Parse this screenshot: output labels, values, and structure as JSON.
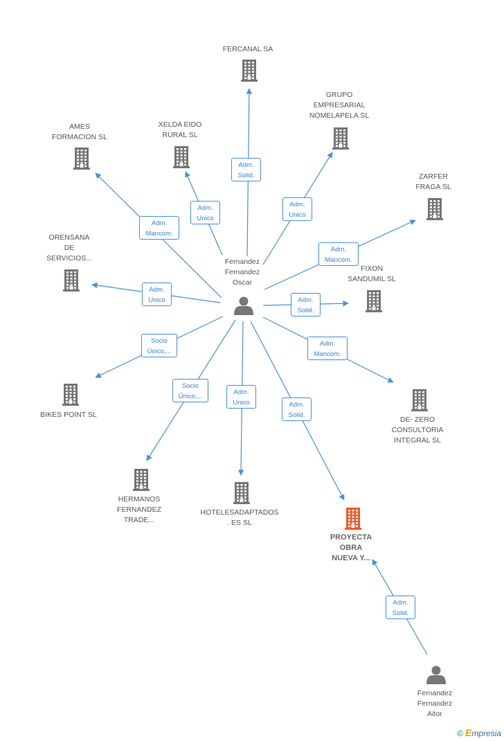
{
  "colors": {
    "edge": "#4a90d9",
    "company_icon": "#777777",
    "highlight_icon": "#f05a28",
    "person_icon": "#777777",
    "label_text": "#555555",
    "edge_label_text": "#3a7fd0"
  },
  "nodes": [
    {
      "id": "fercanal",
      "type": "company",
      "lines": [
        "FERCANAL SA"
      ]
    },
    {
      "id": "grupo",
      "type": "company",
      "lines": [
        "GRUPO",
        "EMPRESARIAL",
        "NOMELAPELA SL"
      ]
    },
    {
      "id": "xelda",
      "type": "company",
      "lines": [
        "XELDA EIDO",
        "RURAL SL"
      ]
    },
    {
      "id": "ames",
      "type": "company",
      "lines": [
        "AMES",
        "FORMACION SL"
      ]
    },
    {
      "id": "zarfer",
      "type": "company",
      "lines": [
        "ZARFER",
        "FRAGA SL"
      ]
    },
    {
      "id": "orensana",
      "type": "company",
      "lines": [
        "ORENSANA",
        "DE",
        "SERVICIOS..."
      ]
    },
    {
      "id": "fixon",
      "type": "company",
      "lines": [
        "FIXON",
        "SANDUMIL SL"
      ]
    },
    {
      "id": "bikes",
      "type": "company",
      "lines": [
        "BIKES POINT  SL"
      ]
    },
    {
      "id": "dezero",
      "type": "company",
      "lines": [
        "DE- ZERO",
        "CONSULTORIA",
        "INTEGRAL SL"
      ]
    },
    {
      "id": "hermanos",
      "type": "company",
      "lines": [
        "HERMANOS",
        "FERNANDEZ",
        "TRADE..."
      ]
    },
    {
      "id": "hoteles",
      "type": "company",
      "lines": [
        "HOTELESADAPTADOS",
        ". ES  SL"
      ]
    },
    {
      "id": "proyecta",
      "type": "company",
      "highlight": true,
      "lines": [
        "PROYECTA",
        "OBRA",
        "NUEVA Y..."
      ]
    },
    {
      "id": "oscar",
      "type": "person",
      "lines": [
        "Fernandez",
        "Fernandez",
        "Oscar"
      ]
    },
    {
      "id": "aitor",
      "type": "person",
      "lines": [
        "Fernandez",
        "Fernandez",
        "Aitor"
      ]
    }
  ],
  "edges": [
    {
      "from": "oscar",
      "to": "fercanal",
      "lines": [
        "Adm.",
        "Solid."
      ]
    },
    {
      "from": "oscar",
      "to": "grupo",
      "lines": [
        "Adm.",
        "Unico"
      ]
    },
    {
      "from": "oscar",
      "to": "xelda",
      "lines": [
        "Adm.",
        "Unico"
      ]
    },
    {
      "from": "oscar",
      "to": "ames",
      "lines": [
        "Adm.",
        "Mancom."
      ]
    },
    {
      "from": "oscar",
      "to": "zarfer",
      "lines": [
        "Adm.",
        "Mancom."
      ]
    },
    {
      "from": "oscar",
      "to": "orensana",
      "lines": [
        "Adm.",
        "Unico"
      ]
    },
    {
      "from": "oscar",
      "to": "fixon",
      "lines": [
        "Adm.",
        "Solid."
      ]
    },
    {
      "from": "oscar",
      "to": "bikes",
      "lines": [
        "Socio",
        "Único,..."
      ]
    },
    {
      "from": "oscar",
      "to": "dezero",
      "lines": [
        "Adm.",
        "Mancom."
      ]
    },
    {
      "from": "oscar",
      "to": "hermanos",
      "lines": [
        "Socio",
        "Único,..."
      ]
    },
    {
      "from": "oscar",
      "to": "hoteles",
      "lines": [
        "Adm.",
        "Unico"
      ]
    },
    {
      "from": "oscar",
      "to": "proyecta",
      "lines": [
        "Adm.",
        "Solid."
      ]
    },
    {
      "from": "aitor",
      "to": "proyecta",
      "lines": [
        "Adm.",
        "Solid."
      ]
    }
  ],
  "brand": {
    "copyright": "©",
    "e": "E",
    "rest": "mpresia"
  }
}
